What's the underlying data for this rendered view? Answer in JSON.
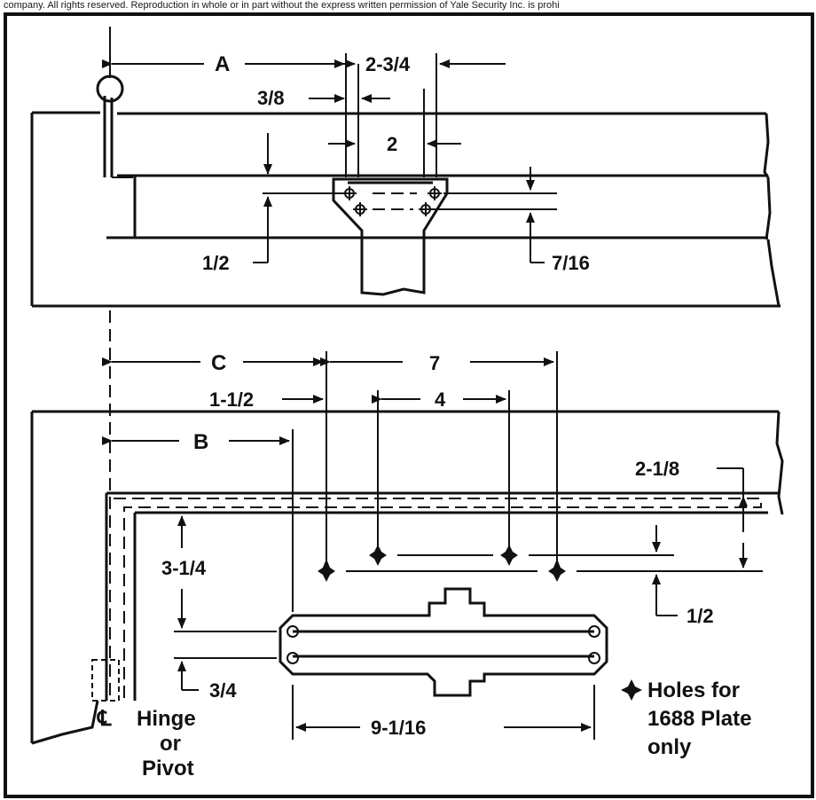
{
  "copyright": "company. All rights reserved. Reproduction in whole or in part without the express written permission of Yale Security Inc. is prohi",
  "top_view": {
    "dim_a": "A",
    "dim_2_3_4": "2-3/4",
    "dim_3_8": "3/8",
    "dim_2": "2",
    "dim_1_2": "1/2",
    "dim_7_16": "7/16"
  },
  "bottom_view": {
    "dim_c": "C",
    "dim_7": "7",
    "dim_1_1_2": "1-1/2",
    "dim_4": "4",
    "dim_b": "B",
    "dim_2_1_8": "2-1/8",
    "dim_3_1_4": "3-1/4",
    "dim_1_2": "1/2",
    "dim_3_4": "3/4",
    "dim_9_1_16": "9-1/16"
  },
  "centerline_symbol": "℄",
  "hinge_label": [
    "Hinge",
    "or",
    "Pivot"
  ],
  "holes_note": [
    "Holes for",
    "1688 Plate",
    "only"
  ],
  "icons": [
    "hole-marker-icon",
    "centerline-icon",
    "arrowhead-icon"
  ]
}
